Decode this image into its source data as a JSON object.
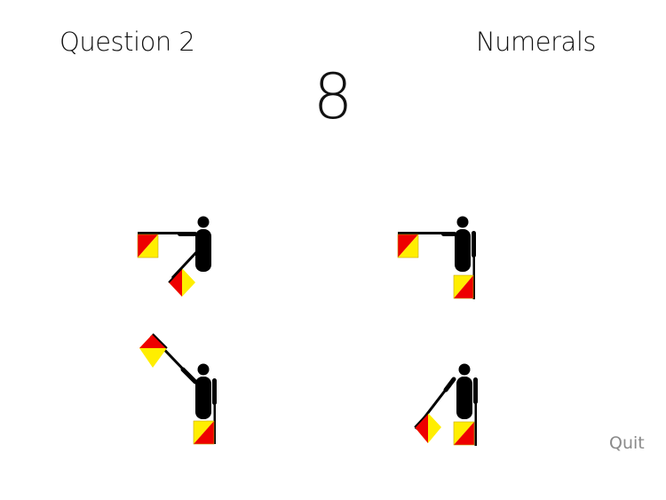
{
  "header": {
    "question_label": "Question 2",
    "category": "Numerals"
  },
  "prompt": {
    "target_character": "8"
  },
  "choices": [
    {
      "position": "top-left",
      "left_arm": "horizontal",
      "right_arm": "low-diagonal"
    },
    {
      "position": "top-right",
      "left_arm": "horizontal",
      "right_arm": "down"
    },
    {
      "position": "bottom-left",
      "left_arm": "high-diagonal",
      "right_arm": "down"
    },
    {
      "position": "bottom-right",
      "left_arm": "low-diagonal-across",
      "right_arm": "down"
    }
  ],
  "footer": {
    "quit_label": "Quit"
  },
  "colors": {
    "flag_red": "#ee0000",
    "flag_yellow": "#ffee00",
    "figure": "#000000",
    "quit_text": "#8a8a8a"
  }
}
